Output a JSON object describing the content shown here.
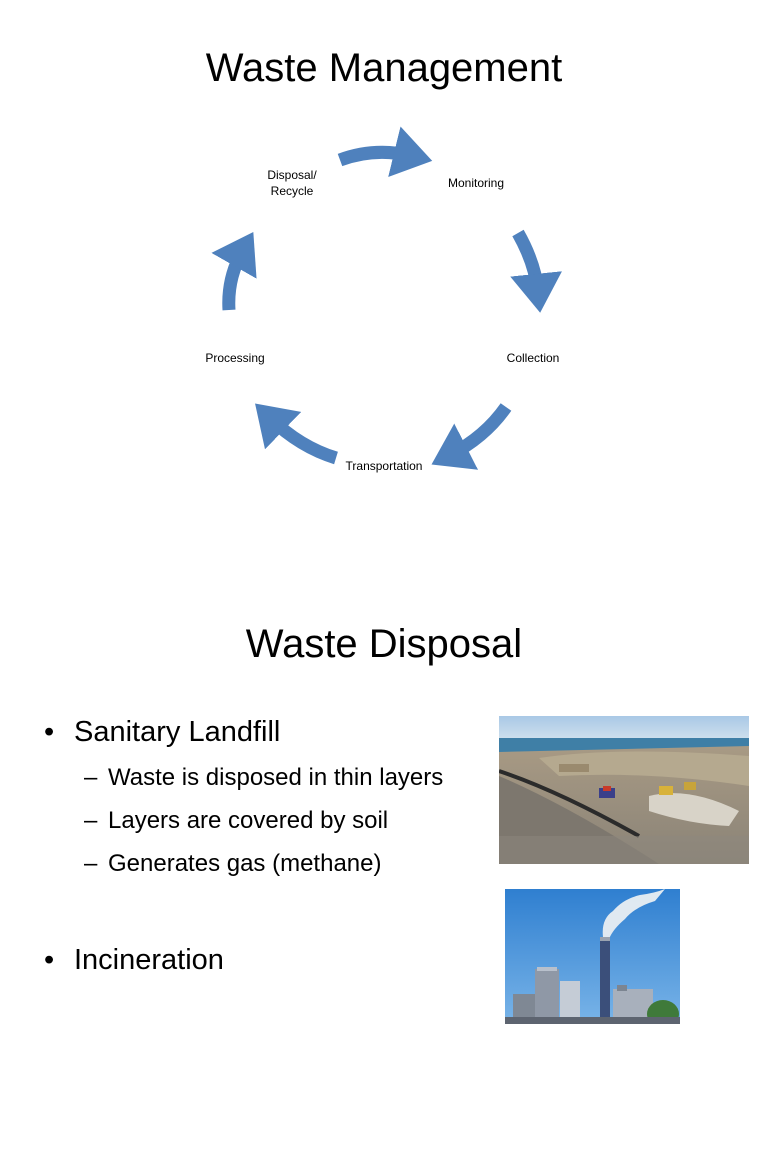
{
  "slide1": {
    "title": "Waste Management",
    "cycle": {
      "accent": "#4F81BD",
      "nodes": [
        {
          "label": "Monitoring"
        },
        {
          "label": "Collection"
        },
        {
          "label": "Transportation"
        },
        {
          "label": "Processing"
        },
        {
          "label": "Disposal/\nRecycle"
        }
      ],
      "direction": "clockwise"
    }
  },
  "slide2": {
    "title": "Waste Disposal",
    "bullets": [
      {
        "text": "Sanitary Landfill",
        "subs": [
          "Waste is disposed in thin layers",
          "Layers are covered by soil",
          "Generates gas (methane)"
        ]
      },
      {
        "text": "Incineration",
        "subs": []
      }
    ],
    "bullet_glyph": "•",
    "sub_glyph": "–",
    "images": {
      "landfill": "landfill-photo",
      "incinerator": "incinerator-photo"
    }
  }
}
